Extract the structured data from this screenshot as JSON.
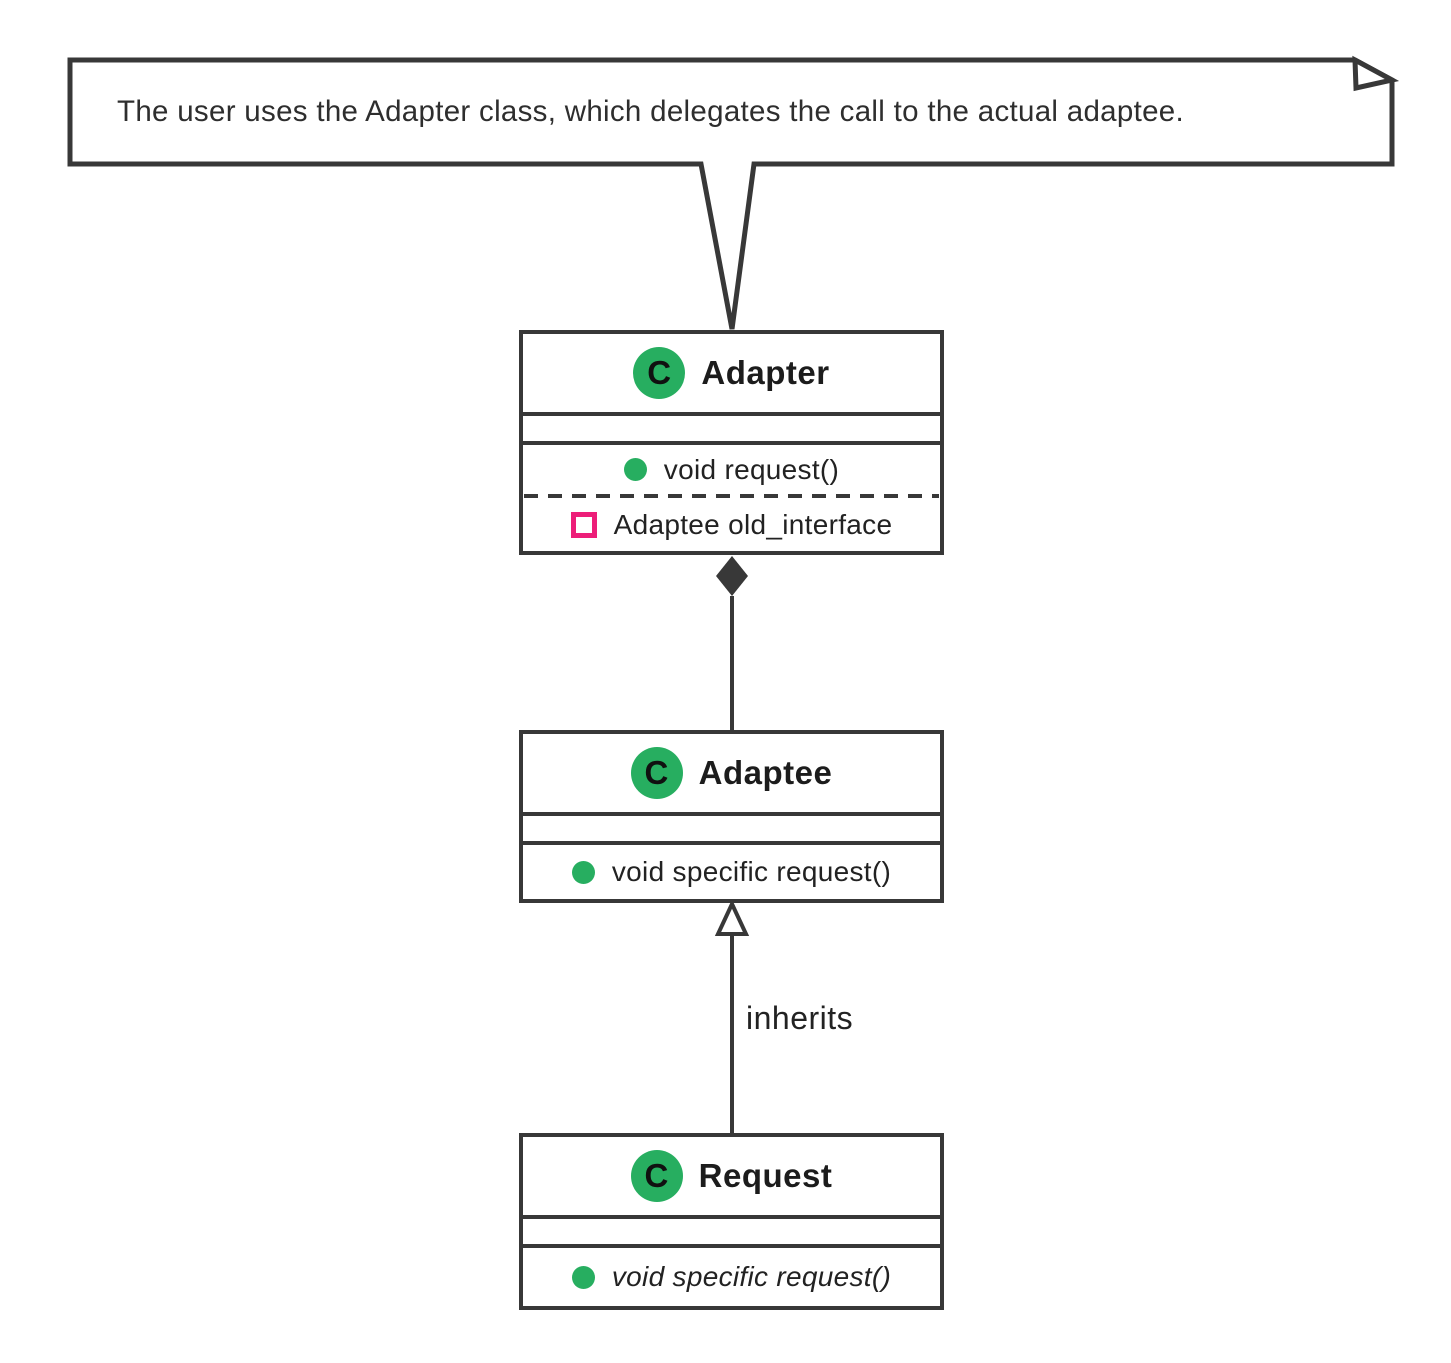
{
  "note": {
    "text": "The user uses the Adapter class, which delegates the call to the actual adaptee."
  },
  "classes": [
    {
      "badge": "C",
      "name": "Adapter",
      "methods": [
        "void request()"
      ],
      "fields": [
        "Adaptee old_interface"
      ]
    },
    {
      "badge": "C",
      "name": "Adaptee",
      "methods": [
        "void specific request()"
      ]
    },
    {
      "badge": "C",
      "name": "Request",
      "methods": [
        "void specific request()"
      ]
    }
  ],
  "edges": {
    "composition": {
      "from": "Adapter",
      "to": "Adaptee",
      "marker": "filled-diamond",
      "label": ""
    },
    "inheritance": {
      "from": "Request",
      "to": "Adaptee",
      "marker": "hollow-triangle",
      "label": "inherits"
    }
  },
  "colors": {
    "line": "#383838",
    "accent_green": "#27AE60",
    "accent_pink": "#ED1E79",
    "background": "#ffffff",
    "text": "#222222"
  }
}
